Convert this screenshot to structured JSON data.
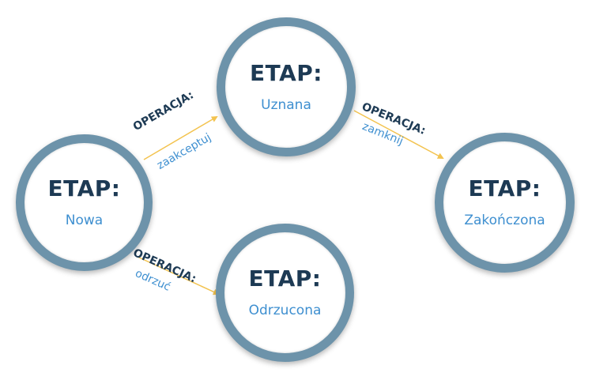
{
  "stages": {
    "title": "ETAP:",
    "nowa": "Nowa",
    "uznana": "Uznana",
    "odrzucona": "Odrzucona",
    "zakonczona": "Zakończona"
  },
  "operations": {
    "title": "OPERACJA:",
    "zaakceptuj": "zaakceptuj",
    "odrzuc": "odrzuć",
    "zamknij": "zamknij"
  },
  "colors": {
    "ring": "#6d93aa",
    "title_text": "#1d3a54",
    "value_text": "#3e8fd0",
    "arrow": "#f3c34f"
  }
}
